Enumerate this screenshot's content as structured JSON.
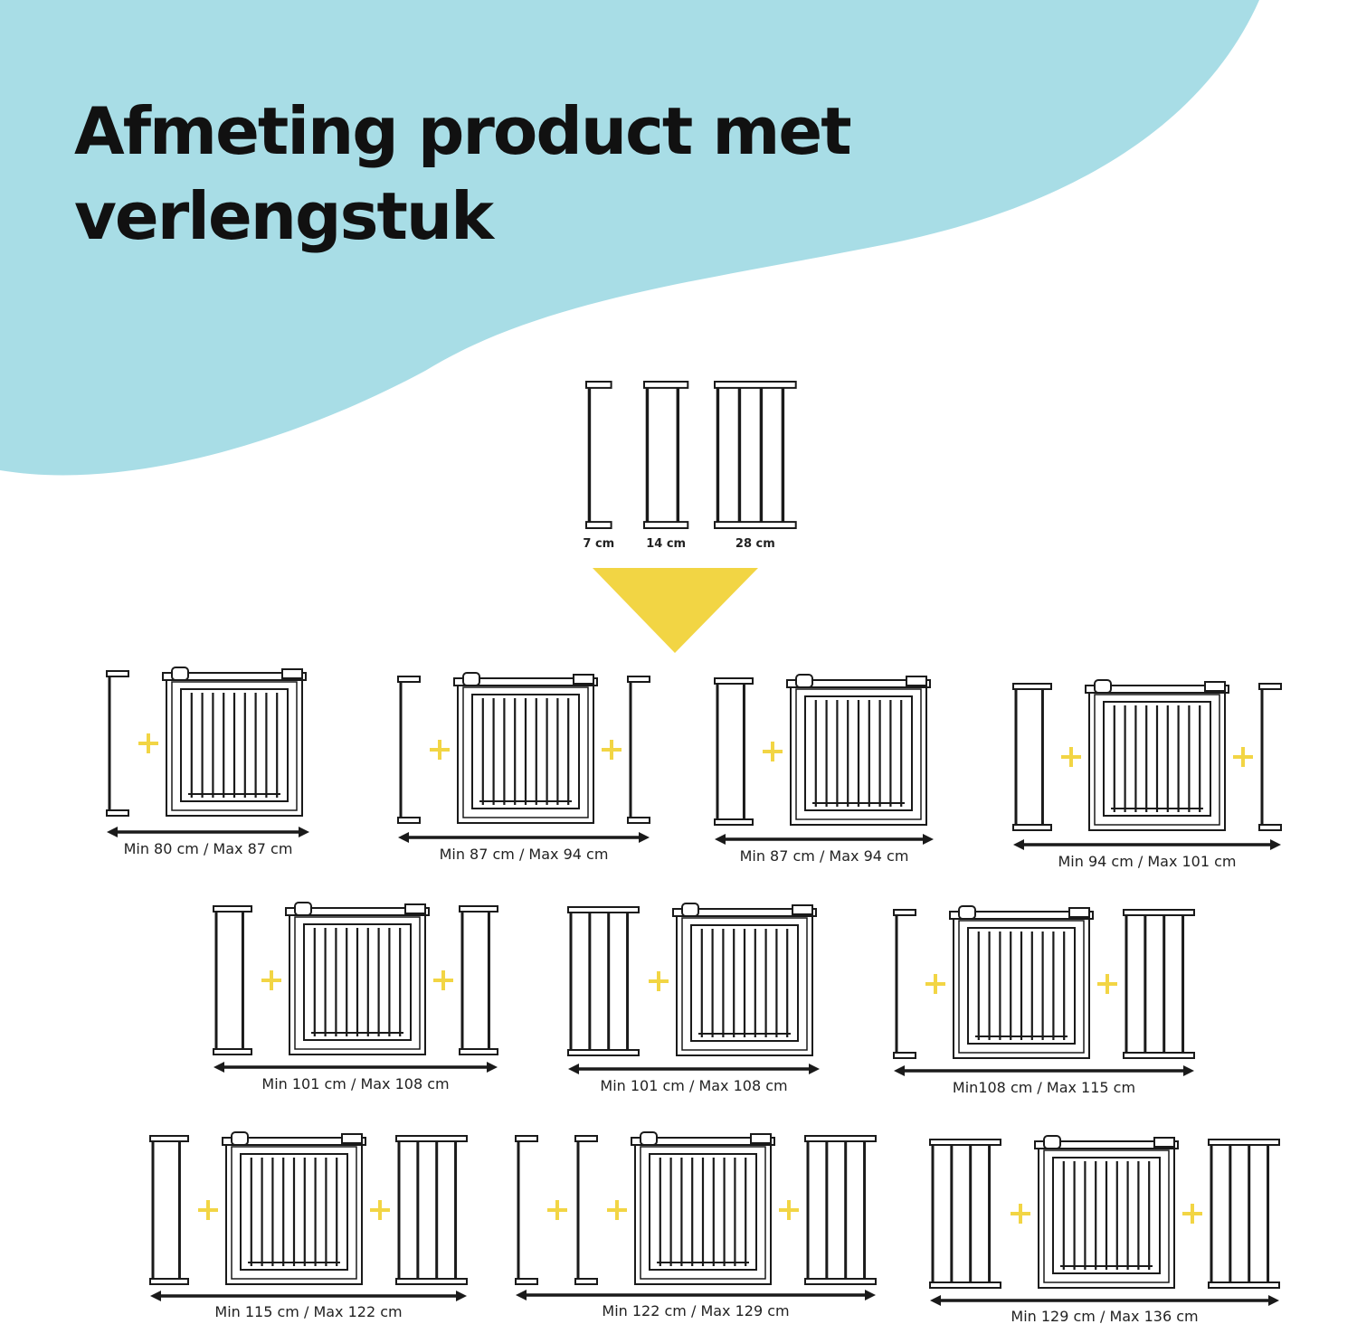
{
  "title": {
    "line1": "Afmeting product met",
    "line2": "verlengstuk"
  },
  "colors": {
    "blob": "#a8dde6",
    "accent": "#f2d544",
    "ink": "#1a1a1a",
    "background": "#ffffff"
  },
  "extensions": [
    {
      "label": "7 cm",
      "bars": 1
    },
    {
      "label": "14 cm",
      "bars": 2
    },
    {
      "label": "28 cm",
      "bars": 4
    }
  ],
  "configurations": [
    {
      "label": "Min 80 cm / Max 87 cm",
      "left": [
        1
      ],
      "right": []
    },
    {
      "label": "Min 87 cm / Max 94 cm",
      "left": [
        1
      ],
      "right": [
        1
      ]
    },
    {
      "label": "Min 87 cm / Max 94 cm",
      "left": [
        2
      ],
      "right": []
    },
    {
      "label": "Min 94 cm / Max 101 cm",
      "left": [
        2
      ],
      "right": [
        1
      ]
    },
    {
      "label": "Min 101 cm / Max 108 cm",
      "left": [
        2
      ],
      "right": [
        2
      ]
    },
    {
      "label": "Min 101 cm / Max 108 cm",
      "left": [
        4
      ],
      "right": []
    },
    {
      "label": "Min108 cm / Max 115 cm",
      "left": [
        1
      ],
      "right": [
        4
      ]
    },
    {
      "label": "Min 115 cm / Max 122 cm",
      "left": [
        2
      ],
      "right": [
        4
      ]
    },
    {
      "label": "Min 122 cm / Max 129 cm",
      "left": [
        1,
        1
      ],
      "right": [
        4
      ]
    },
    {
      "label": "Min 129 cm / Max 136 cm",
      "left": [
        4
      ],
      "right": [
        4
      ]
    }
  ]
}
